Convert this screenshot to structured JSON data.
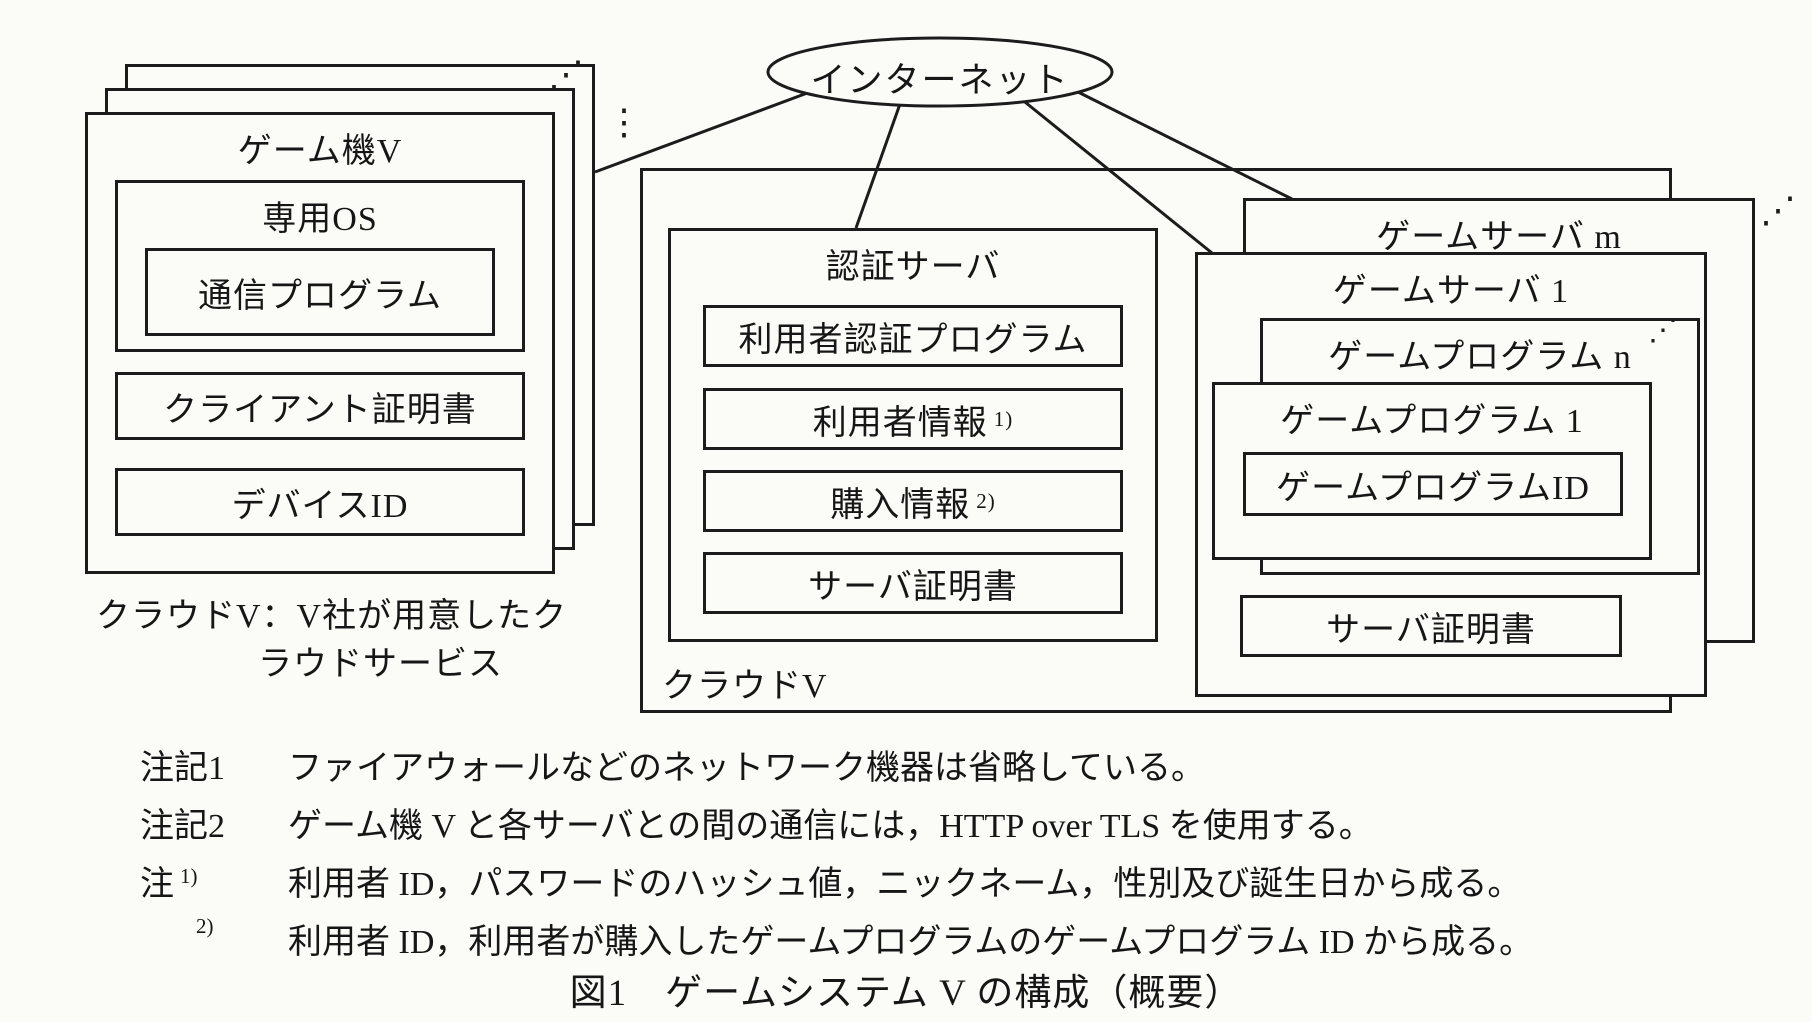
{
  "figure": {
    "internet": "インターネット",
    "marks": {
      "console_stack_dots": "⋰",
      "console_line_dots": "⋮",
      "server_stack_dots": "⋰",
      "program_stack_dots": "⋰"
    },
    "game_console": {
      "title": "ゲーム機V",
      "os_title": "専用OS",
      "comm_program": "通信プログラム",
      "client_cert": "クライアント証明書",
      "device_id": "デバイスID"
    },
    "cloud_note_line1": "クラウドV：V社が用意したク",
    "cloud_note_line2": "ラウドサービス",
    "cloud": {
      "label": "クラウドV",
      "auth_server": {
        "title": "認証サーバ",
        "items": [
          {
            "label": "利用者認証プログラム",
            "sup": ""
          },
          {
            "label": "利用者情報",
            "sup": "1)"
          },
          {
            "label": "購入情報",
            "sup": "2)"
          },
          {
            "label": "サーバ証明書",
            "sup": ""
          }
        ]
      },
      "game_server_back_title": "ゲームサーバ m",
      "game_server_front_title": "ゲームサーバ 1",
      "game_program_back_title": "ゲームプログラム n",
      "game_program_front_title": "ゲームプログラム 1",
      "game_program_id": "ゲームプログラムID",
      "server_cert": "サーバ証明書"
    }
  },
  "notes": [
    {
      "label": "注記1",
      "sup": "",
      "text": "ファイアウォールなどのネットワーク機器は省略している。"
    },
    {
      "label": "注記2",
      "sup": "",
      "text": "ゲーム機 V と各サーバとの間の通信には，HTTP over TLS を使用する。"
    },
    {
      "label": "注",
      "sup": "1)",
      "text": "利用者 ID，パスワードのハッシュ値，ニックネーム，性別及び誕生日から成る。"
    },
    {
      "label": "",
      "sup": "2)",
      "text": "利用者 ID，利用者が購入したゲームプログラムのゲームプログラム ID から成る。"
    }
  ],
  "caption": "図1　ゲームシステム V の構成（概要）"
}
